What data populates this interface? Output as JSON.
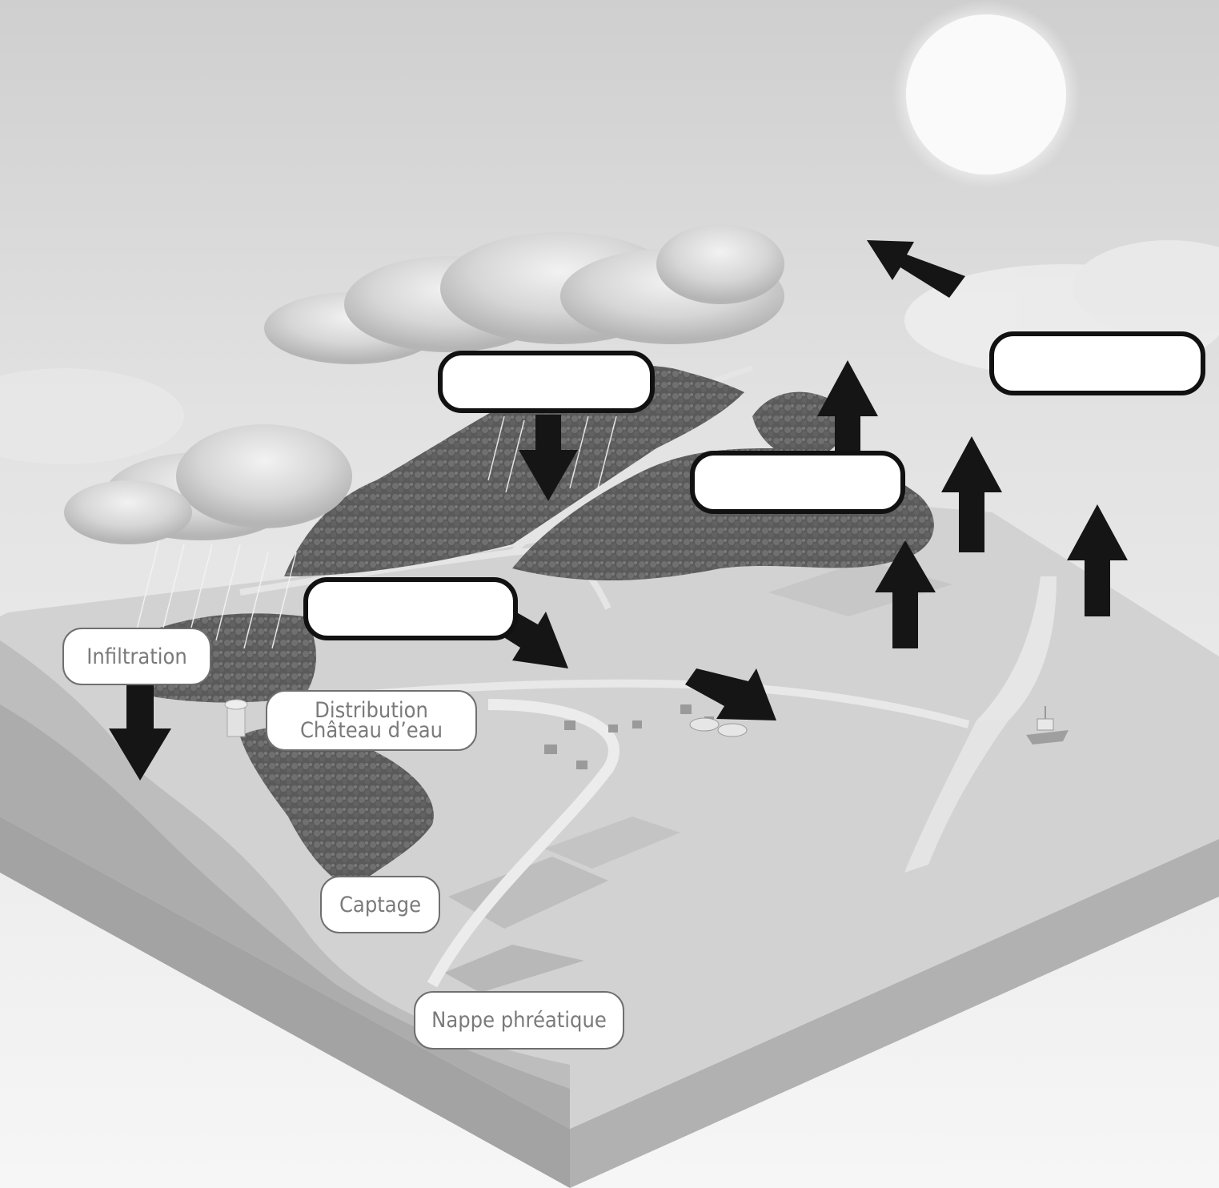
{
  "labels": {
    "infiltration": "Infiltration",
    "distribution_line1": "Distribution",
    "distribution_line2": "Château d’eau",
    "captage": "Captage",
    "nappe": "Nappe phréatique"
  },
  "blank_boxes": [
    "precipitation-box",
    "runoff-box",
    "evaporation-box",
    "condensation-box"
  ],
  "colors": {
    "arrow": "#151515",
    "box_border": "#111111",
    "label_border": "#6f6f6f",
    "label_text": "#7a7a7a"
  }
}
